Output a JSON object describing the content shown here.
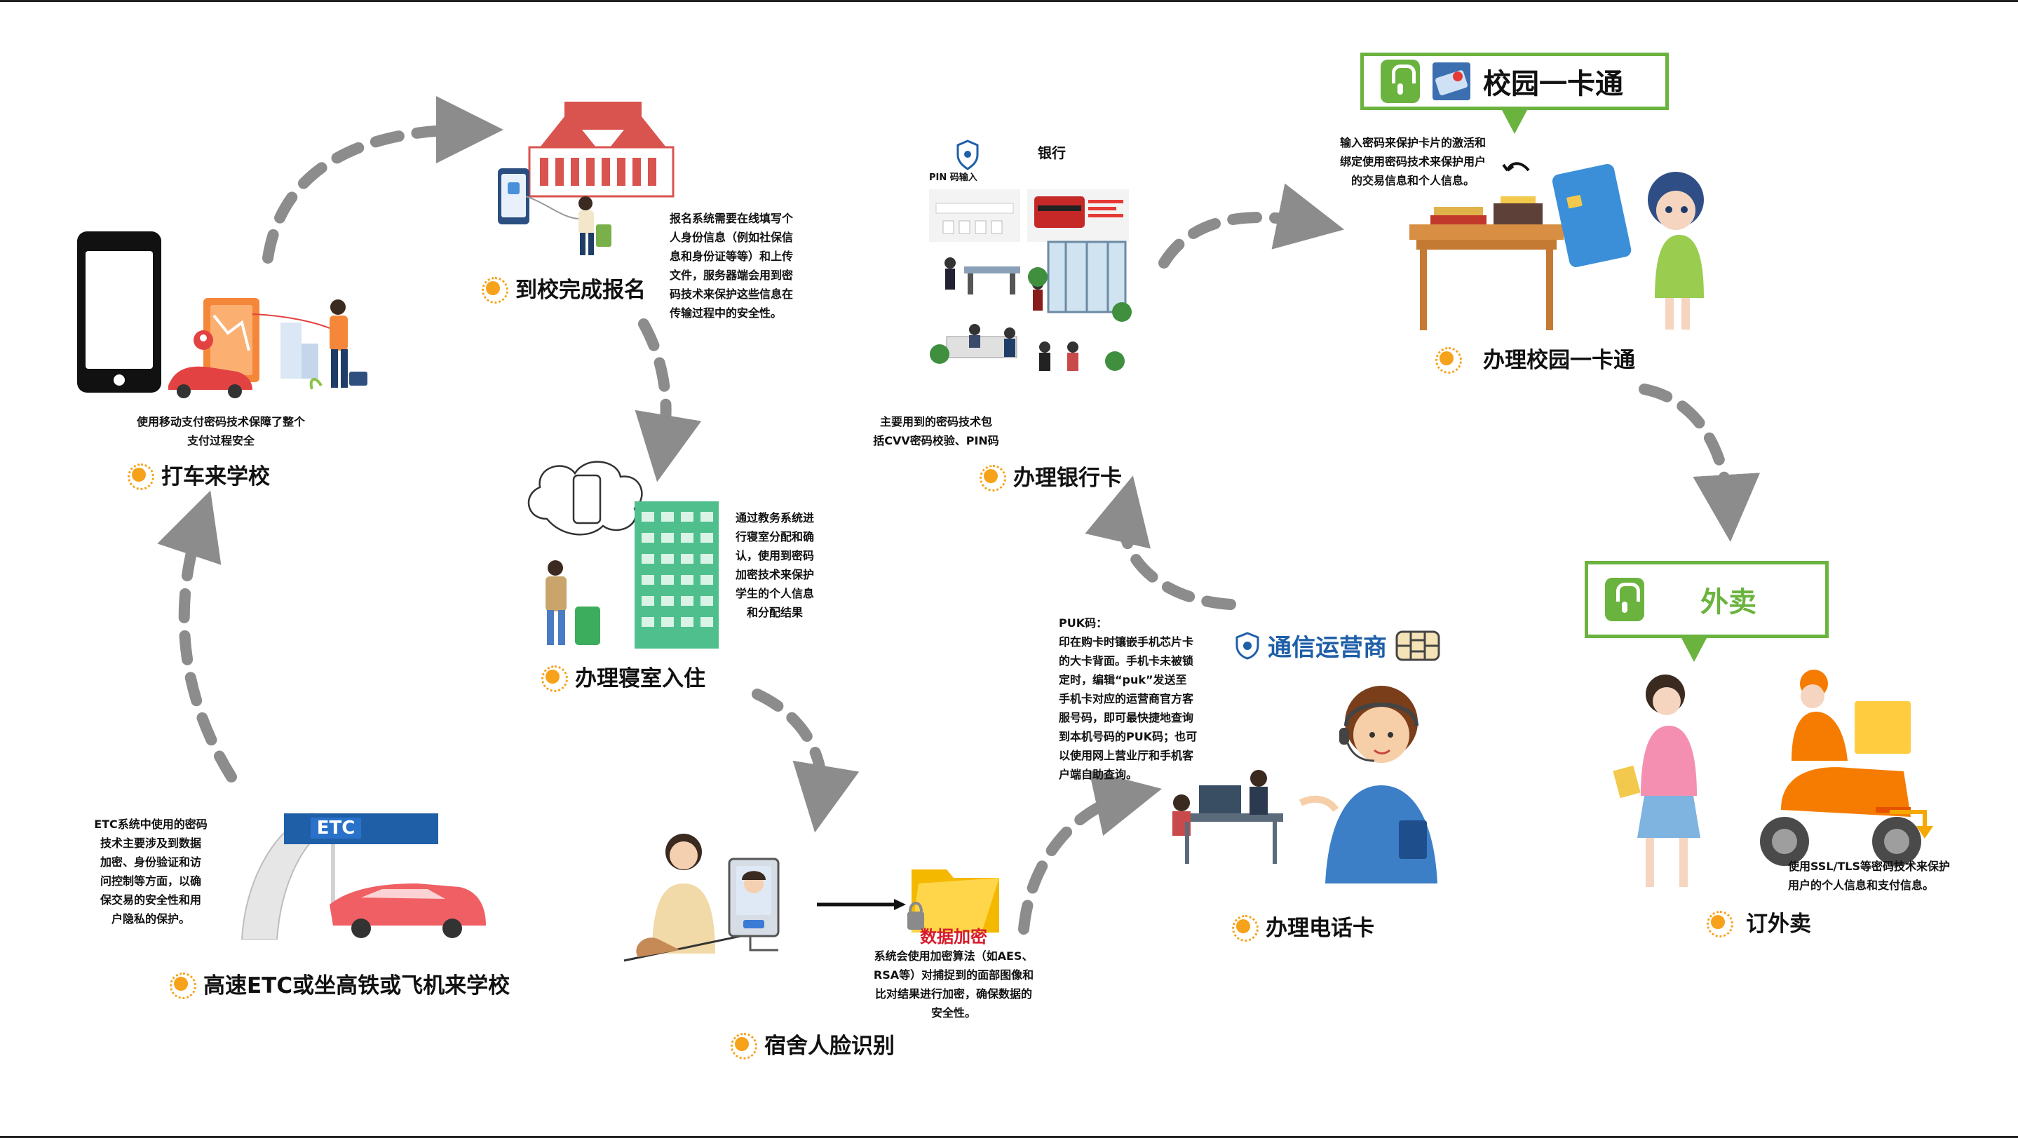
{
  "stages": {
    "taxi": {
      "title": "打车来学校",
      "note_lines": [
        "使用移动支付密码技术保障了整个",
        "支付过程安全"
      ]
    },
    "registration": {
      "title": "到校完成报名",
      "note_lines": [
        "报名系统需要在线填写个",
        "人身份信息（例如社保信",
        "息和身份证等等）和上传",
        "文件，服务器端会用到密",
        "码技术来保护这些信息在",
        "传输过程中的安全性。"
      ]
    },
    "dorm_checkin": {
      "title": "办理寝室入住",
      "note_lines": [
        "通过教务系统进",
        "行寝室分配和确",
        "认，使用到密码",
        "加密技术来保护",
        "学生的个人信息",
        "和分配结果"
      ]
    },
    "etc": {
      "title": "高速ETC或坐高铁或飞机来学校",
      "sign": "ETC",
      "note_lines": [
        "ETC系统中使用的密码",
        "技术主要涉及到数据",
        "加密、身份验证和访",
        "问控制等方面，以确",
        "保交易的安全性和用",
        "户隐私的保护。"
      ]
    },
    "face_recognition": {
      "title": "宿舍人脸识别",
      "encrypt_label": "数据加密",
      "note_lines": [
        "系统会使用加密算法（如AES、",
        "RSA等）对捕捉到的面部图像和",
        "比对结果进行加密，确保数据的",
        "安全性。"
      ]
    },
    "bank_card": {
      "title": "办理银行卡",
      "bank_label": "银行",
      "pin_label": "PIN 码输入",
      "note_lines": [
        "主要用到的密码技术包",
        "括CVV密码校验、PIN码"
      ]
    },
    "phone_card": {
      "title": "办理电话卡",
      "operator_label": "通信运营商",
      "note_lines": [
        "PUK码：",
        "印在购卡时镶嵌手机芯片卡",
        "的大卡背面。手机卡未被锁",
        "定时，编辑“puk”发送至",
        "手机卡对应的运营商官方客",
        "服号码，即可最快捷地查询",
        "到本机号码的PUK码；也可",
        "以使用网上营业厅和手机客",
        "户端自助查询。"
      ]
    },
    "campus_card": {
      "title": "办理校园一卡通",
      "badge": "校园一卡通",
      "note_lines": [
        "输入密码来保护卡片的激活和",
        "绑定使用密码技术来保护用户",
        "的交易信息和个人信息。"
      ]
    },
    "takeout": {
      "title": "订外卖",
      "badge": "外卖",
      "note_lines": [
        "使用SSL/TLS等密码技术来保护",
        "用户的个人信息和支付信息。"
      ]
    }
  },
  "colors": {
    "arrow": "#8c8c8c",
    "badge_green": "#6bb33f",
    "sun": "#f6a21a",
    "encrypt_red": "#d81b2a",
    "accent_blue": "#1f5fa8"
  },
  "icons": [
    "sun-icon",
    "lock-icon",
    "shield-icon",
    "sim-chip-icon",
    "arrow-icon"
  ]
}
